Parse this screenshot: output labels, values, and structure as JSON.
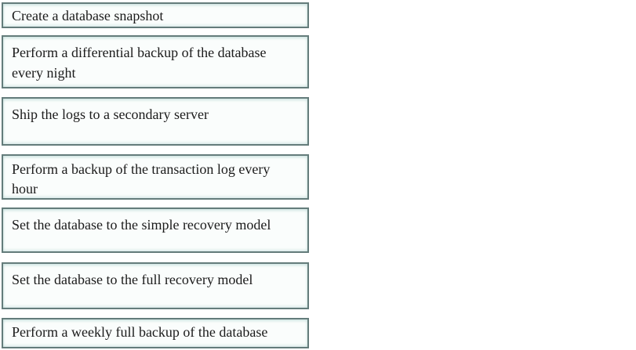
{
  "panel": {
    "boxes": [
      {
        "label": "Create a database snapshot"
      },
      {
        "label": "Perform a differential backup of the database every night"
      },
      {
        "label": "Ship the logs to a secondary server"
      },
      {
        "label": "Perform a backup of the transaction log every hour"
      },
      {
        "label": "Set the database to the simple recovery model"
      },
      {
        "label": "Set the database to the full recovery model"
      },
      {
        "label": "Perform a weekly full backup of the database"
      }
    ],
    "colors": {
      "box_border": "#647c7b",
      "box_fill": "#fafdfc",
      "box_inner_tint": "#8cbeb9",
      "text": "#1b1b1b",
      "background": "#ffffff"
    }
  }
}
